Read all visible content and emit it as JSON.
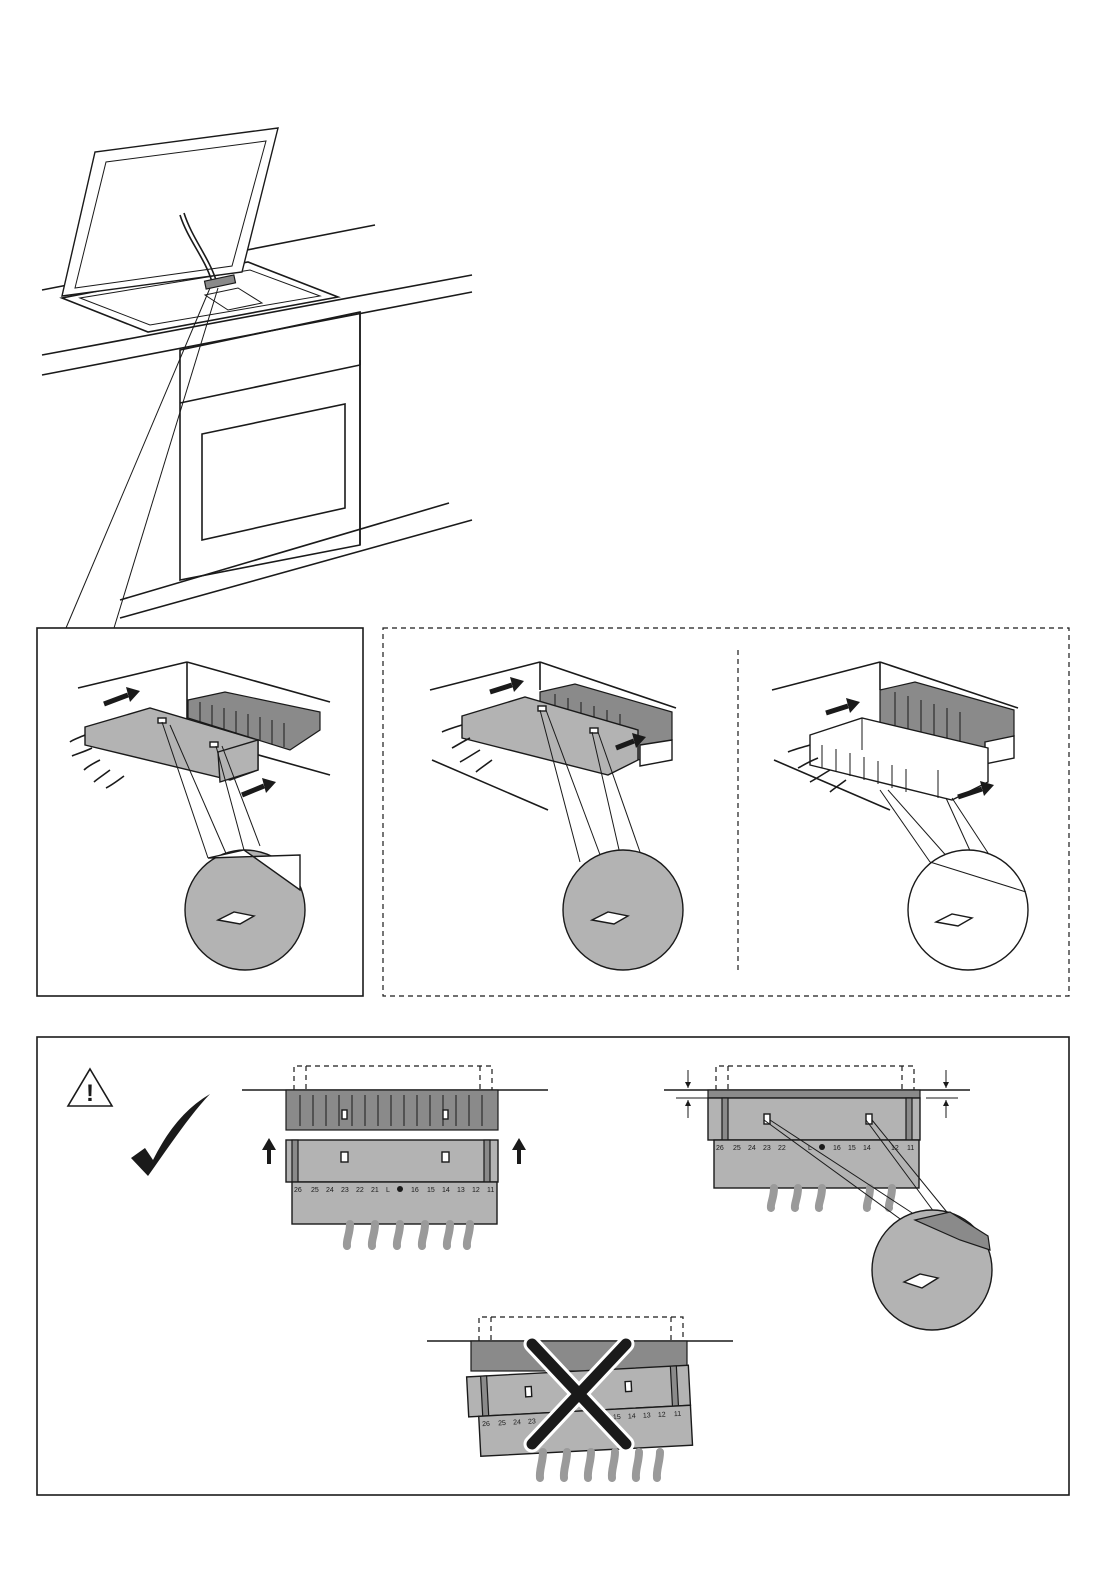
{
  "page": {
    "background": "#ffffff",
    "line_color": "#1a1a1a",
    "grey_fill": "#b3b3b3"
  },
  "illustrations": {
    "overview": {
      "icon": "cooktop-installation-icon"
    },
    "step_a": {
      "icon": "connector-insert-icon",
      "arrows": 2
    },
    "step_b": {
      "icon": "connector-insert-icon",
      "arrows": 2
    },
    "step_c": {
      "icon": "connector-insert-icon",
      "arrows": 2
    }
  },
  "warning_panel": {
    "warning_icon": "warning-triangle-icon",
    "warning_symbol": "!",
    "correct_icon": "checkmark-icon",
    "wrong_icon": "cross-icon",
    "terminal_labels_left": [
      "26",
      "25",
      "24",
      "23",
      "22",
      "21",
      "L"
    ],
    "terminal_labels_right": [
      "16",
      "15",
      "14",
      "13",
      "12",
      "11"
    ],
    "terminal_labels_right_short": [
      "16",
      "15",
      "14",
      "12",
      "11"
    ]
  }
}
